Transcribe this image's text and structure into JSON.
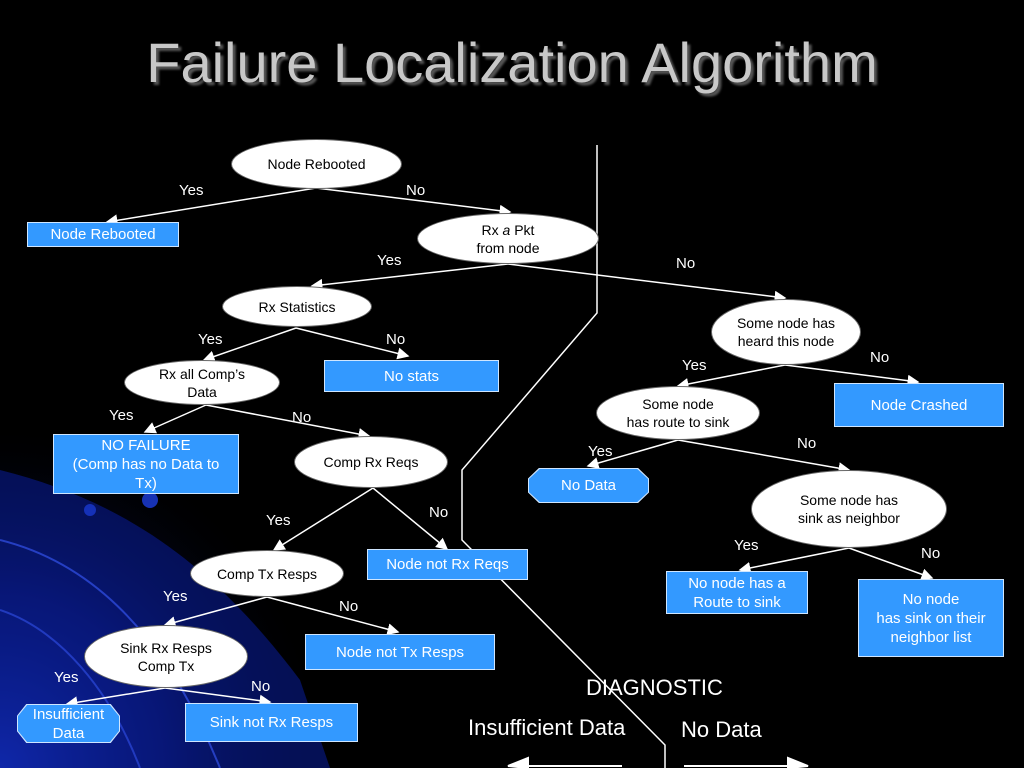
{
  "title": "Failure Localization Algorithm",
  "nodes": {
    "q_rebooted": "Node Rebooted",
    "r_rebooted": "Node Rebooted",
    "q_rx_pkt": "from node",
    "q_rx_pkt_a": "Rx",
    "q_rx_pkt_b": "a",
    "q_rx_pkt_c": "Pkt",
    "q_rx_stats": "Rx Statistics",
    "q_heard": "Some node has\nheard this node",
    "q_rx_all": "Rx all Comp’s\nData",
    "r_no_stats": "No stats",
    "r_crashed": "Node Crashed",
    "q_route": "Some node\nhas route to sink",
    "r_no_failure": "NO FAILURE\n(Comp has no Data to\nTx)",
    "q_comp_rx": "Comp Rx Reqs",
    "r_no_data": "No Data",
    "q_sink_neighbor": "Some node has\nsink as neighbor",
    "r_not_rx_reqs": "Node not Rx Reqs",
    "q_comp_tx": "Comp Tx Resps",
    "r_no_route": "No node has a\nRoute to sink",
    "r_no_sink_list": "No node\nhas sink on their\nneighbor list",
    "q_sink_rx": "Sink Rx Resps\nComp Tx",
    "r_not_tx_resps": "Node not Tx Resps",
    "r_insufficient": "Insufficient\nData",
    "r_sink_not_rx": "Sink not Rx Resps"
  },
  "edge_labels": {
    "yes": "Yes",
    "no": "No"
  },
  "legend": {
    "heading": "DIAGNOSTIC",
    "insufficient": "Insufficient Data",
    "no_data": "No Data"
  },
  "colors": {
    "result_fill": "#3399ff",
    "question_fill": "#ffffff",
    "title": "#c8c8c8"
  }
}
